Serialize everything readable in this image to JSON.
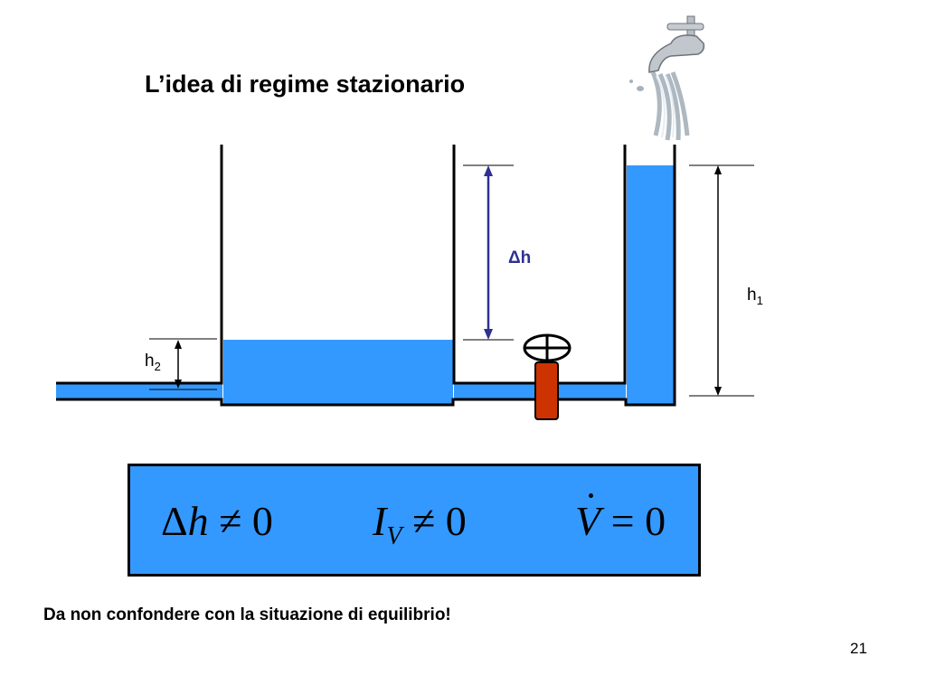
{
  "slide": {
    "title": "L’idea di regime stazionario",
    "note": "Da non confondere con la situazione di equilibrio!",
    "page_number": "21"
  },
  "diagram": {
    "label_dh_symbol": "Δ",
    "label_dh_var": "h",
    "label_h1_main": "h",
    "label_h1_sub": "1",
    "label_h2_main": "h",
    "label_h2_sub": "2",
    "colors": {
      "water": "#3399ff",
      "valve": "#cc3300",
      "arrow": "#2e3192",
      "wall": "#000000"
    }
  },
  "formulas": {
    "f1_delta": "Δ",
    "f1_var": "h",
    "f1_rel": "≠",
    "f1_val": "0",
    "f2_var": "I",
    "f2_sub": "V",
    "f2_rel": "≠",
    "f2_val": "0",
    "f3_var": "V",
    "f3_rel": "=",
    "f3_val": "0"
  }
}
